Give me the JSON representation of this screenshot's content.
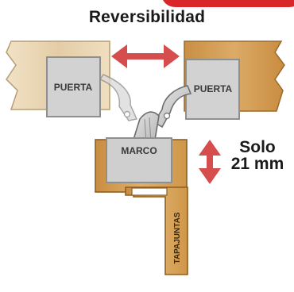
{
  "title": "Reversibilidad",
  "labels": {
    "door_left": "PUERTA",
    "door_right": "PUERTA",
    "frame": "MARCO",
    "casing": "TAPAJUNTAS"
  },
  "side_note": {
    "line1": "Solo",
    "line2": "21 mm"
  },
  "colors": {
    "arrow_red": "#d23a3a",
    "brand_red": "#d8262b",
    "light_wood": "#e7d3b1",
    "dark_wood": "#cf9d55",
    "frame_wood": "#d6a35a",
    "panel_gray": "#cfcfcf",
    "hinge_gray": "#c8c8c8"
  }
}
